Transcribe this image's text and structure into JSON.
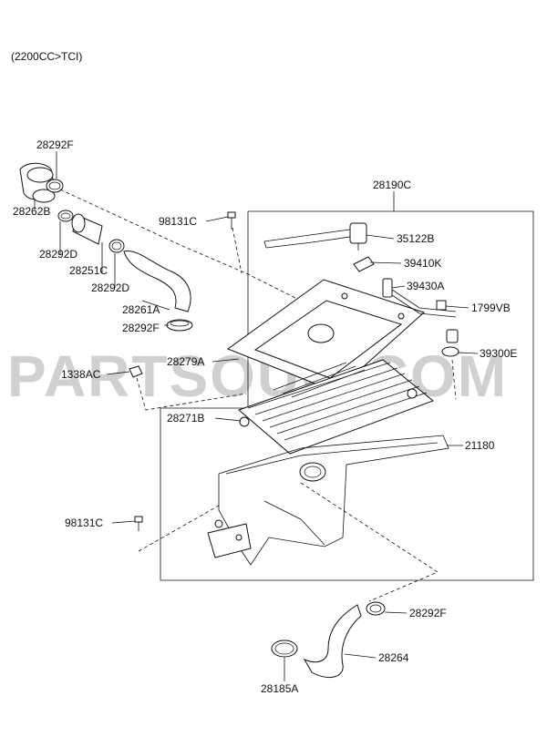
{
  "header": {
    "engine_spec": "(2200CC>TCI)"
  },
  "watermark": "PARTSOUQ.COM",
  "labels": {
    "p28292F_top": "28292F",
    "p28262B": "28262B",
    "p28292D_a": "28292D",
    "p28251C": "28251C",
    "p28292D_b": "28292D",
    "p28261A": "28261A",
    "p28292F_mid": "28292F",
    "p98131C_top": "98131C",
    "p28190C": "28190C",
    "p35122B": "35122B",
    "p39410K": "39410K",
    "p39430A": "39430A",
    "p1799VB": "1799VB",
    "p39300E": "39300E",
    "p1338AC": "1338AC",
    "p28279A": "28279A",
    "p28271B": "28271B",
    "p21180": "21180",
    "p98131C_bot": "98131C",
    "p28292F_bot": "28292F",
    "p28264": "28264",
    "p28185A": "28185A"
  }
}
